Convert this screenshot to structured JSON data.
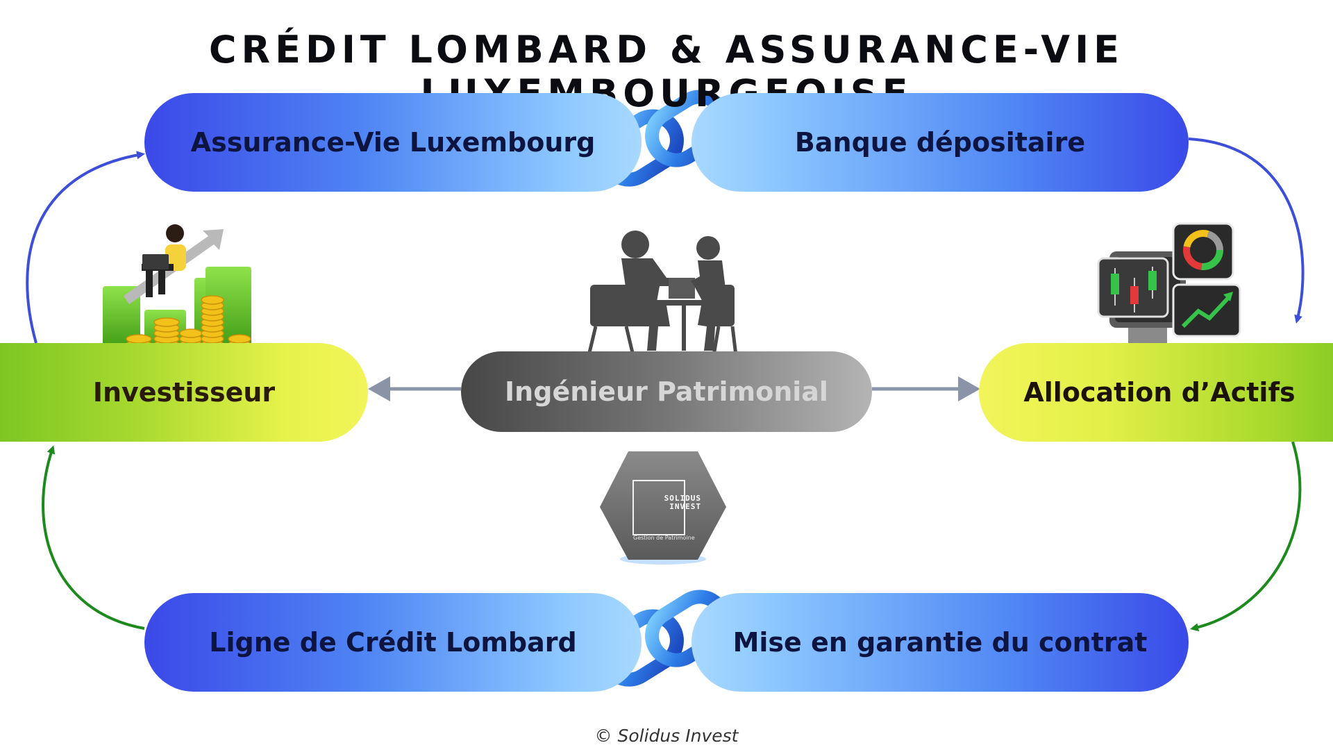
{
  "title": "CRÉDIT LOMBARD & ASSURANCE-VIE LUXEMBOURGEOISE",
  "nodes": {
    "assurance": "Assurance-Vie Luxembourg",
    "banque": "Banque dépositaire",
    "investisseur": "Investisseur",
    "ingenieur": "Ingénieur Patrimonial",
    "allocation": "Allocation d’Actifs",
    "ligne": "Ligne de Crédit Lombard",
    "mise": "Mise en garantie du contrat"
  },
  "logo": {
    "line1": "SOLIDUS",
    "line2": "INVEST",
    "tagline": "Gestion de Patrimoine"
  },
  "footer": "© Solidus Invest",
  "colors": {
    "blue_arrow": "#3d4fd8",
    "green_arrow": "#1c8a1c",
    "gray_arrow": "#8a94a6"
  }
}
